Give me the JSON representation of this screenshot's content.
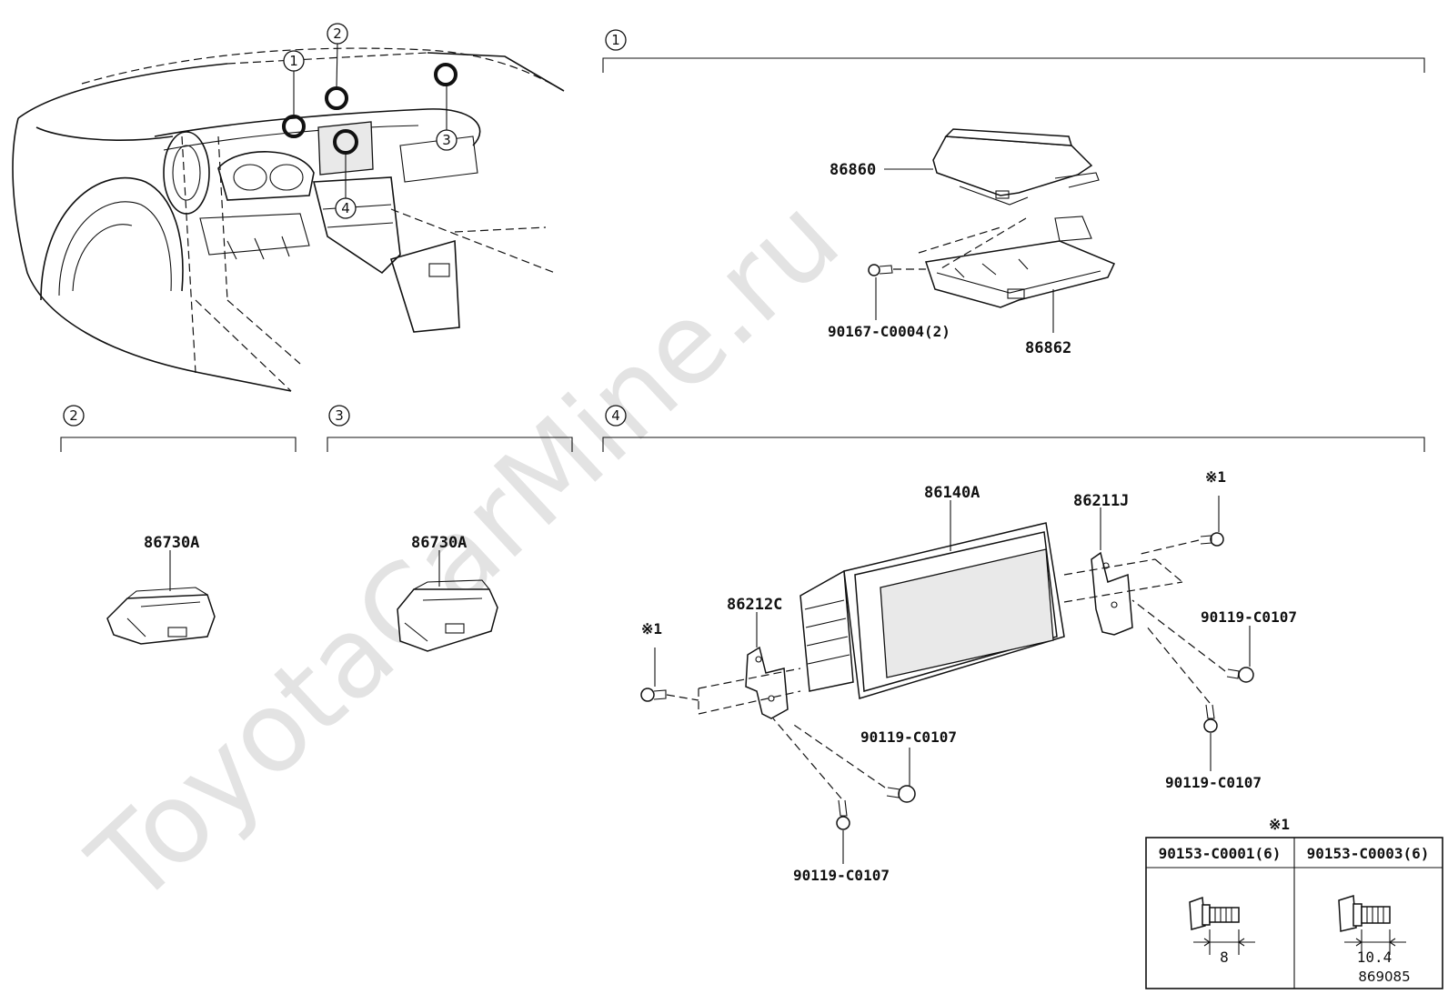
{
  "watermark": "ToyotaCarMine.ru",
  "diagram_code": "869085",
  "overview": {
    "callouts": [
      "1",
      "2",
      "3",
      "4"
    ]
  },
  "sections": [
    {
      "id": "1",
      "parts": [
        "86860",
        "86862",
        "90167-C0004(2)"
      ]
    },
    {
      "id": "2",
      "parts": [
        "86730A"
      ]
    },
    {
      "id": "3",
      "parts": [
        "86730A"
      ]
    },
    {
      "id": "4",
      "parts": [
        "86140A",
        "86211J",
        "86212C",
        "90119-C0107",
        "90119-C0107",
        "90119-C0107",
        "90119-C0107"
      ]
    }
  ],
  "note_mark": "※1",
  "bolt_table": {
    "mark": "※1",
    "columns": [
      {
        "part": "90153-C0001(6)",
        "dimension": "8"
      },
      {
        "part": "90153-C0003(6)",
        "dimension": "10.4"
      }
    ]
  }
}
